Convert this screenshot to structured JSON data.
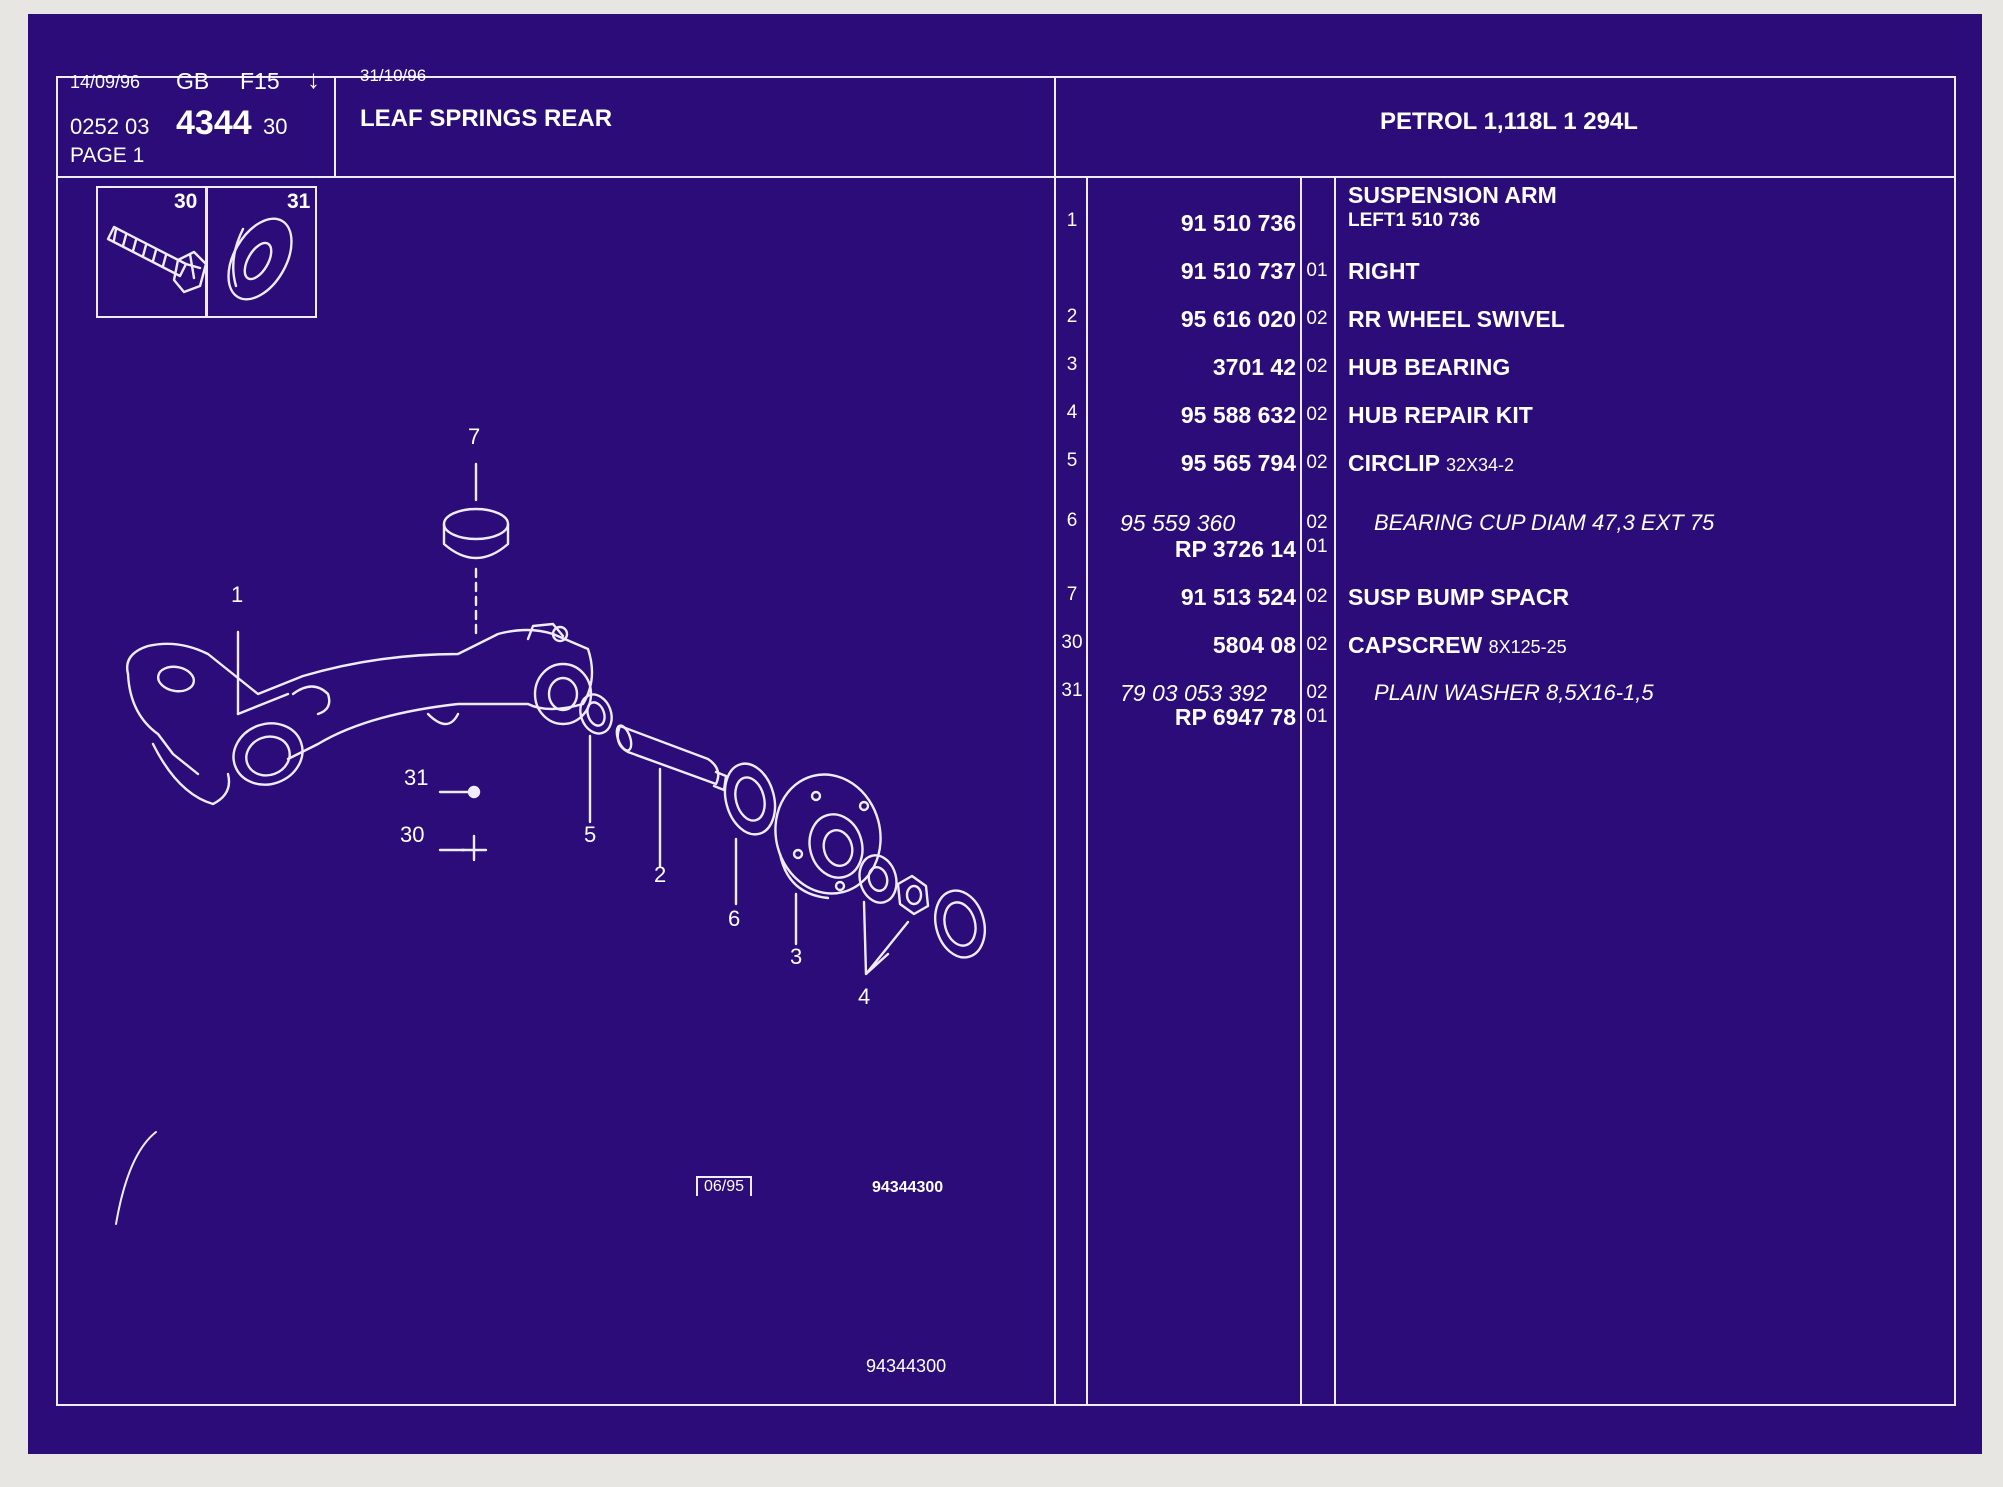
{
  "header": {
    "date_left": "14/09/96",
    "lang": "GB",
    "code": "F15",
    "ref_prefix": "0252 03",
    "ref_main": "4344",
    "ref_suffix": "30",
    "page": "PAGE 1",
    "date_right": "31/10/96",
    "section_title": "LEAF SPRINGS REAR",
    "engine": "PETROL 1,118L 1 294L"
  },
  "inset": {
    "label_a": "30",
    "label_b": "31"
  },
  "callouts": [
    "7",
    "1",
    "31",
    "30",
    "5",
    "2",
    "6",
    "3",
    "4"
  ],
  "footer": {
    "stamp": "06/95",
    "code_small": "94344300",
    "code_bottom": "94344300"
  },
  "parts": [
    {
      "num": "1",
      "ref": "91 510 736",
      "qty": "",
      "desc": "SUSPENSION ARM",
      "desc2": "LEFT1 510 736"
    },
    {
      "num": "",
      "ref": "91 510 737",
      "qty": "01",
      "desc": "RIGHT"
    },
    {
      "num": "2",
      "ref": "95 616 020",
      "qty": "02",
      "desc": "RR WHEEL SWIVEL"
    },
    {
      "num": "3",
      "ref": "3701 42",
      "qty": "02",
      "desc": "HUB BEARING"
    },
    {
      "num": "4",
      "ref": "95 588 632",
      "qty": "02",
      "desc": "HUB REPAIR KIT"
    },
    {
      "num": "5",
      "ref": "95 565 794",
      "qty": "02",
      "desc": "CIRCLIP",
      "desc_small": "32X34-2"
    },
    {
      "num": "6",
      "ref": "95 559 360",
      "ref2": "RP 3726 14",
      "qty": "02",
      "qty2": "01",
      "desc": "BEARING CUP DIAM 47,3 EXT 75"
    },
    {
      "num": "7",
      "ref": "91 513 524",
      "qty": "02",
      "desc": "SUSP BUMP SPACR"
    },
    {
      "num": "30",
      "ref": "5804 08",
      "qty": "02",
      "desc": "CAPSCREW",
      "desc_small": "8X125-25"
    },
    {
      "num": "31",
      "ref": "79 03 053 392",
      "ref2": "RP 6947 78",
      "qty": "02",
      "qty2": "01",
      "desc": "PLAIN WASHER 8,5X16-1,5"
    }
  ]
}
